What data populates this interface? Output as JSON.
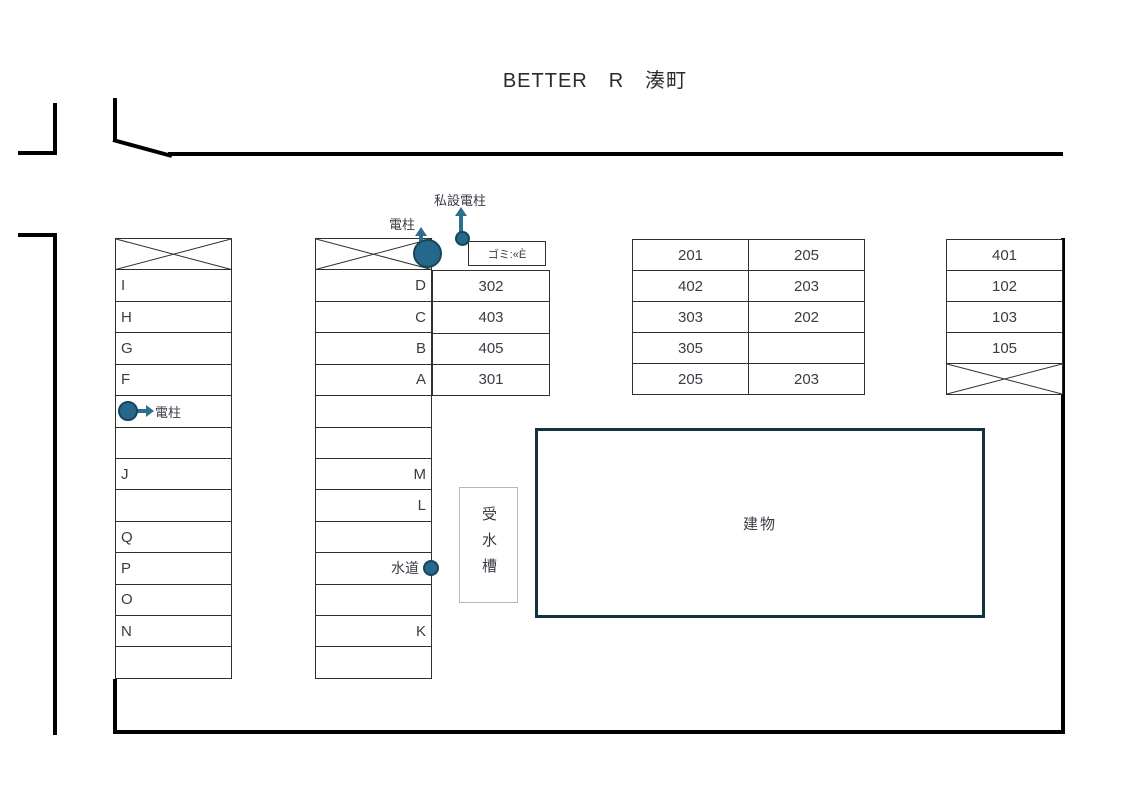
{
  "title": "BETTER　R　湊町",
  "annotations": {
    "pole_label": "電柱",
    "private_pole_label": "私設電柱",
    "left_pole_label": "電柱",
    "garbage_label": "ゴミ:«È",
    "water_label": "水道",
    "water_tank_label": "受水槽",
    "building_label": "建物"
  },
  "left_table": {
    "rows": [
      "",
      "I",
      "H",
      "G",
      "F",
      "",
      "",
      "J",
      "",
      "Q",
      "P",
      "O",
      "N",
      ""
    ]
  },
  "middle_table": {
    "rows": [
      "",
      "D",
      "C",
      "B",
      "A",
      "",
      "",
      "M",
      "L",
      "",
      "",
      "",
      "K",
      ""
    ]
  },
  "middle_numbers": [
    "302",
    "403",
    "405",
    "301"
  ],
  "center_table": {
    "rows": [
      [
        "201",
        "205"
      ],
      [
        "402",
        "203"
      ],
      [
        "303",
        "202"
      ],
      [
        "305",
        ""
      ],
      [
        "205",
        "203"
      ]
    ]
  },
  "right_table": {
    "rows": [
      "401",
      "102",
      "103",
      "105",
      ""
    ]
  },
  "colors": {
    "pole_fill": "#26688c",
    "pole_stroke": "#16465a",
    "arrow": "#2e6e8e",
    "building_border": "#15333e",
    "boundary_line": "#000000",
    "table_border": "#2f2f2f",
    "text": "#3b3b46"
  }
}
